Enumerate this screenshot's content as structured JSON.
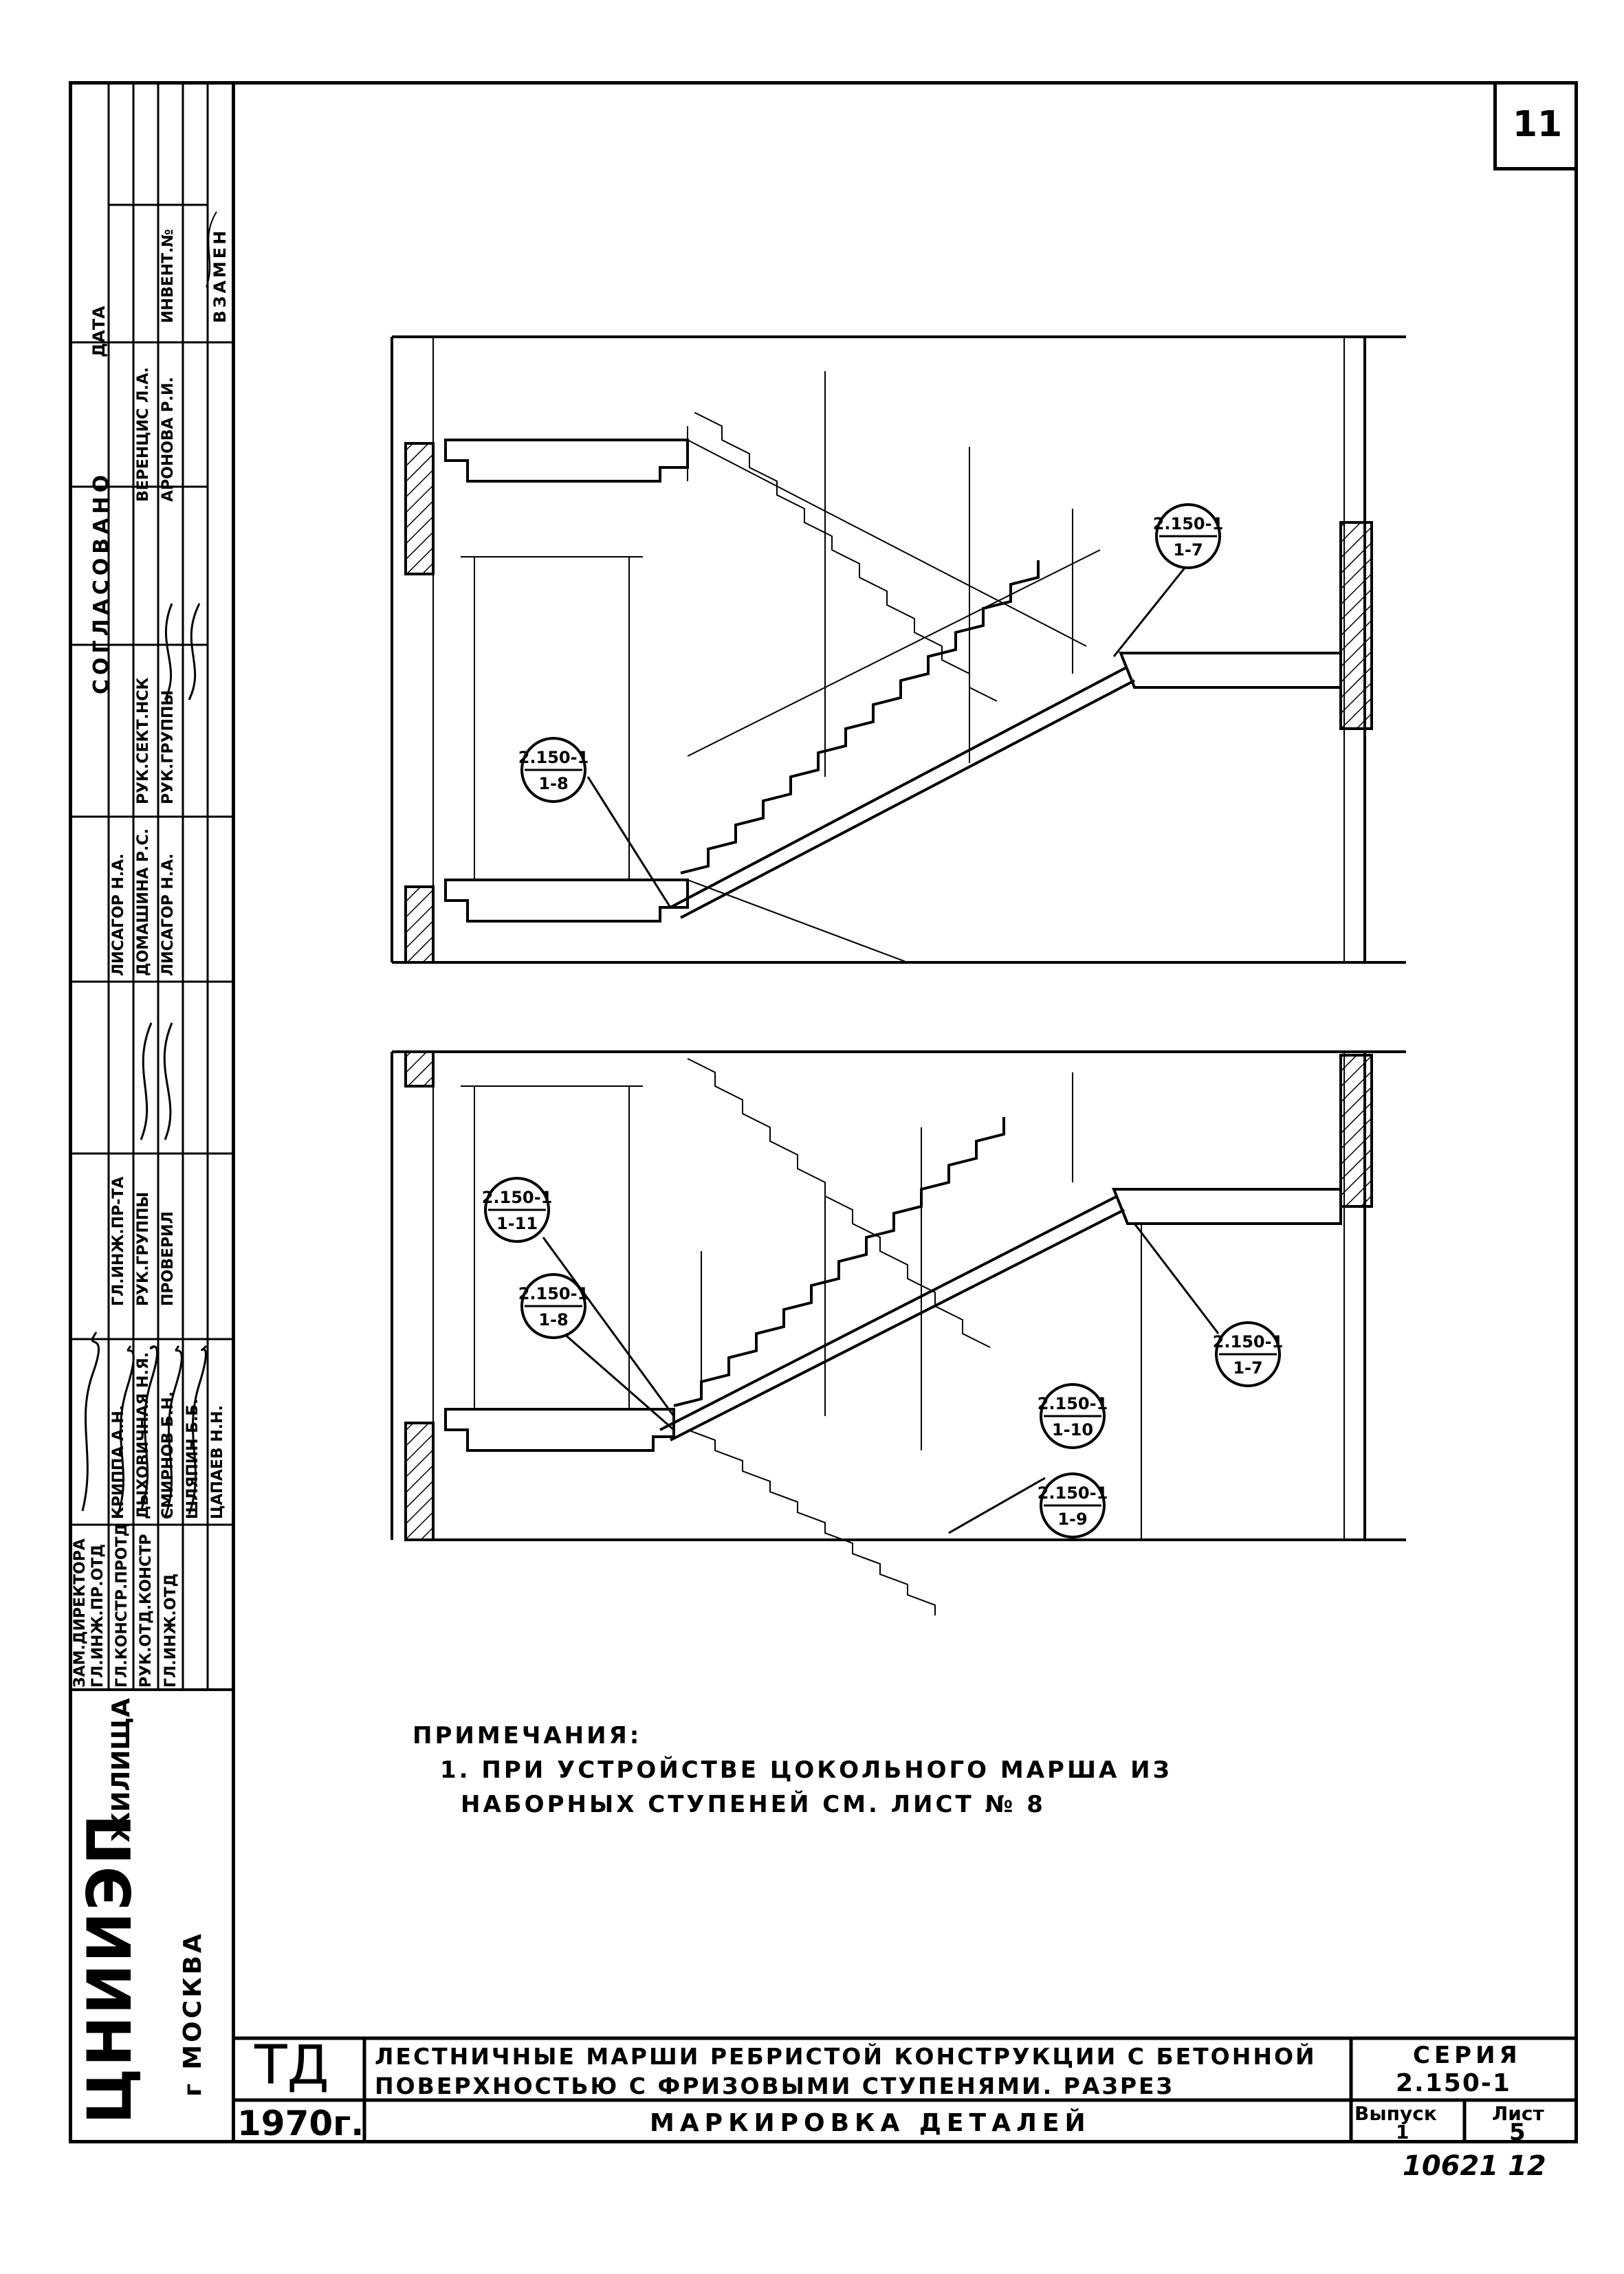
{
  "sheet_number": "11",
  "stamp": {
    "soglasovano": "СОГЛАСОВАНО",
    "data": "ДАТА",
    "vzamen": "ВЗАМЕН",
    "invent": "ИНВЕНТ.№",
    "columns": [
      {
        "role": "ЗАМ.ДИРЕКТОРА",
        "name": "КРИППА А.Н."
      },
      {
        "role": "ГЛ.ИНЖ.ПР.ОТД",
        "name": "ДЫХОВИЧНАЯ Н.Я."
      },
      {
        "role": "ГЛ.КОНСТР.ПРОТД",
        "name": "СМИРНОВ Б.Н."
      },
      {
        "role": "РУК.ОТД.КОНСТР",
        "name": "ШЛЯПИН Б.Б."
      },
      {
        "role": "ГЛ.ИНЖ.ОТД",
        "name": "ЦАПАЕВ Н.Н."
      }
    ],
    "row2": [
      "ГЛ.ИНЖ.ПР-ТА",
      "РУК.ГРУППЫ",
      "ПРОВЕРИЛ"
    ],
    "row3": [
      "ЛИСАГОР Н.А.",
      "ДОМАШИНА Р.С.",
      "ЛИСАГОР Н.А."
    ],
    "row4": [
      "РУК.СЕКТ.НСК",
      "РУК.ГРУППЫ"
    ],
    "row5": [
      "ВЕРЕНЦИС Л.А.",
      "АРОНОВА Р.И."
    ]
  },
  "org": {
    "logo": "ЦНИИЭП",
    "name": "ЖИЛИЩА",
    "city": "г МОСКВА"
  },
  "drawing": {
    "top_callouts": [
      {
        "top": "2.150-1",
        "bottom": "1-7"
      },
      {
        "top": "2.150-1",
        "bottom": "1-8"
      }
    ],
    "bottom_callouts": [
      {
        "top": "2.150-1",
        "bottom": "1-11"
      },
      {
        "top": "2.150-1",
        "bottom": "1-8"
      },
      {
        "top": "2.150-1",
        "bottom": "1-7"
      },
      {
        "top": "2.150-1",
        "bottom": "1-10"
      },
      {
        "top": "2.150-1",
        "bottom": "1-9"
      }
    ]
  },
  "notes": {
    "heading": "ПРИМЕЧАНИЯ:",
    "line1": "1. ПРИ УСТРОЙСТВЕ ЦОКОЛЬНОГО МАРША ИЗ",
    "line2": "НАБОРНЫХ СТУПЕНЕЙ СМ. ЛИСТ № 8"
  },
  "title_block": {
    "td": "ТД",
    "year": "1970г.",
    "title_line1": "ЛЕСТНИЧНЫЕ МАРШИ РЕБРИСТОЙ КОНСТРУКЦИИ С БЕТОННОЙ",
    "title_line2": "ПОВЕРХНОСТЬЮ С ФРИЗОВЫМИ СТУПЕНЯМИ. РАЗРЕЗ",
    "subtitle": "МАРКИРОВКА ДЕТАЛЕЙ",
    "series_label": "СЕРИЯ",
    "series_value": "2.150-1",
    "vypusk_label": "Выпуск",
    "vypusk_value": "1",
    "list_label": "Лист",
    "list_value": "5"
  },
  "archive_number": "10621 12"
}
